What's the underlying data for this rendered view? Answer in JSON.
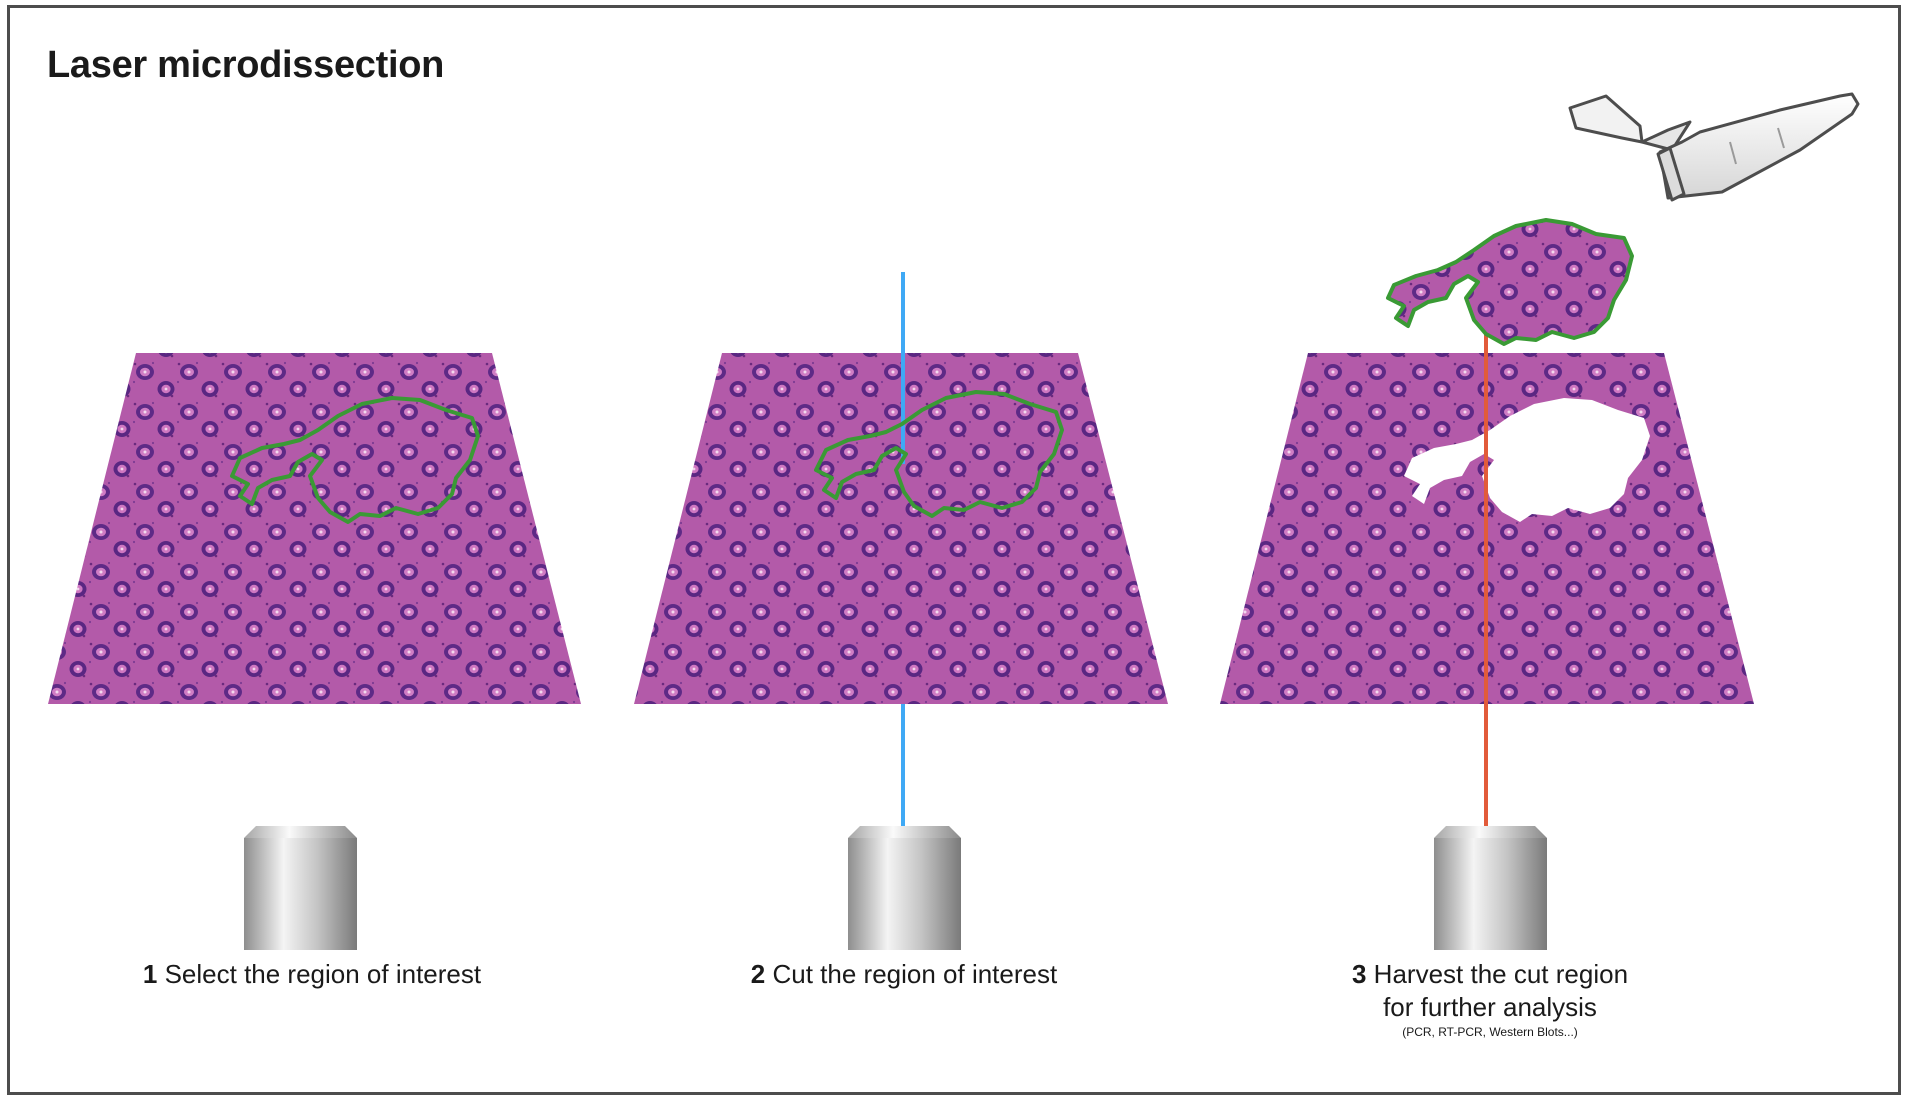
{
  "title": "Laser microdissection",
  "steps": [
    {
      "number": "1",
      "text": "Select the region of interest",
      "line2": ""
    },
    {
      "number": "2",
      "text": "Cut the region of interest",
      "line2": ""
    },
    {
      "number": "3",
      "text": "Harvest the cut region",
      "line2": "for further analysis",
      "note": "(PCR, RT-PCR, Western Blots...)"
    }
  ],
  "colors": {
    "tissue": "#b04fa8",
    "gland": "#5b2a86",
    "outline": "#3a9a35",
    "cut_laser": "#3fa9f5",
    "capture_laser": "#e25b3a",
    "frame": "#4d4d4d"
  },
  "icons": [
    "objective-lens-icon",
    "microcentrifuge-tube-icon"
  ]
}
